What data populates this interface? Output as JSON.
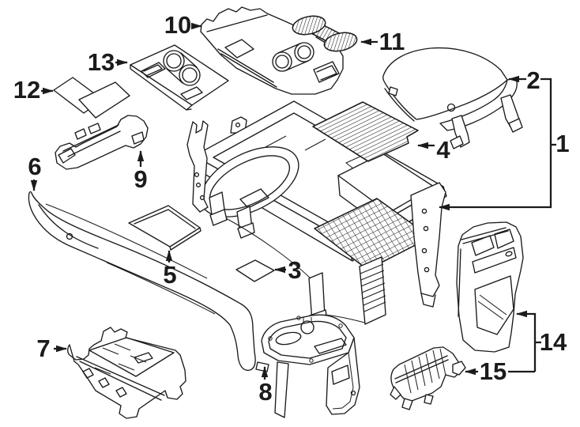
{
  "diagram": {
    "type": "exploded-parts-diagram",
    "background_color": "#ffffff",
    "line_color": "#1b1b1b",
    "callouts": [
      {
        "label": "1"
      },
      {
        "label": "2"
      },
      {
        "label": "3"
      },
      {
        "label": "4"
      },
      {
        "label": "5"
      },
      {
        "label": "6"
      },
      {
        "label": "7"
      },
      {
        "label": "8"
      },
      {
        "label": "9"
      },
      {
        "label": "10"
      },
      {
        "label": "11"
      },
      {
        "label": "12"
      },
      {
        "label": "13"
      },
      {
        "label": "14"
      },
      {
        "label": "15"
      }
    ]
  }
}
